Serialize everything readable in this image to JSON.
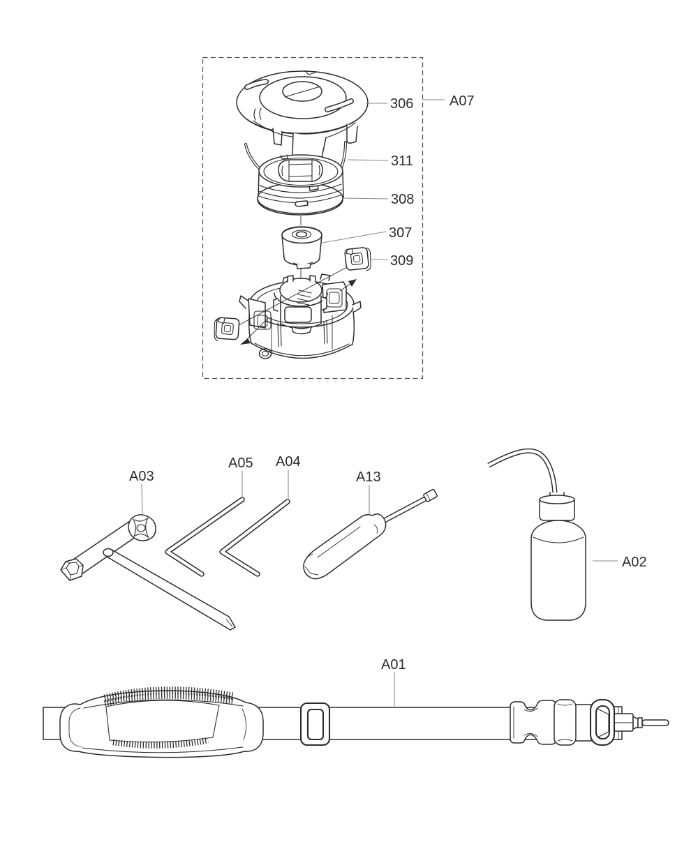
{
  "figure": {
    "background": "#ffffff",
    "line_color": "#2b2b2b",
    "leader_color": "#8a8a8a",
    "dash_box_color": "#4c4c4c"
  },
  "exploded_view": {
    "group_ref": "A07",
    "parts": [
      {
        "ref": "306"
      },
      {
        "ref": "311"
      },
      {
        "ref": "308"
      },
      {
        "ref": "307"
      },
      {
        "ref": "309"
      }
    ]
  },
  "tools": [
    {
      "ref": "A03"
    },
    {
      "ref": "A05"
    },
    {
      "ref": "A04"
    },
    {
      "ref": "A13"
    },
    {
      "ref": "A02"
    }
  ],
  "strap": {
    "ref": "A01"
  }
}
